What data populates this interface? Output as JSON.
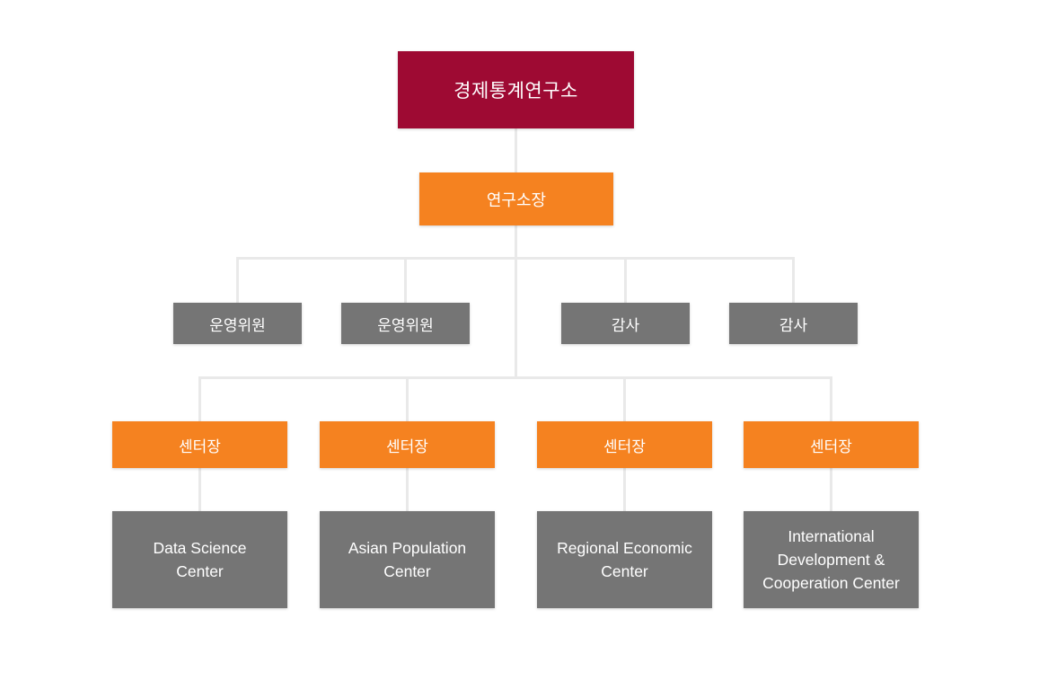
{
  "org_chart": {
    "title_note": "organization chart",
    "root": {
      "label": "경제통계연구소"
    },
    "director": {
      "label": "연구소장"
    },
    "level3": [
      {
        "label": "운영위원"
      },
      {
        "label": "운영위원"
      },
      {
        "label": "감사"
      },
      {
        "label": "감사"
      }
    ],
    "center_heads": [
      {
        "label": "센터장"
      },
      {
        "label": "센터장"
      },
      {
        "label": "센터장"
      },
      {
        "label": "센터장"
      }
    ],
    "centers": [
      {
        "label": "Data Science\nCenter"
      },
      {
        "label": "Asian Population\nCenter"
      },
      {
        "label": "Regional Economic\nCenter"
      },
      {
        "label": "International\nDevelopment &\nCooperation Center"
      }
    ],
    "colors": {
      "root_background": "#9E0A33",
      "accent_orange": "#F58220",
      "box_gray": "#757575",
      "connector_line": "#E9E9E9",
      "text": "#FFFFFF",
      "page_background": "#FFFFFF"
    }
  }
}
